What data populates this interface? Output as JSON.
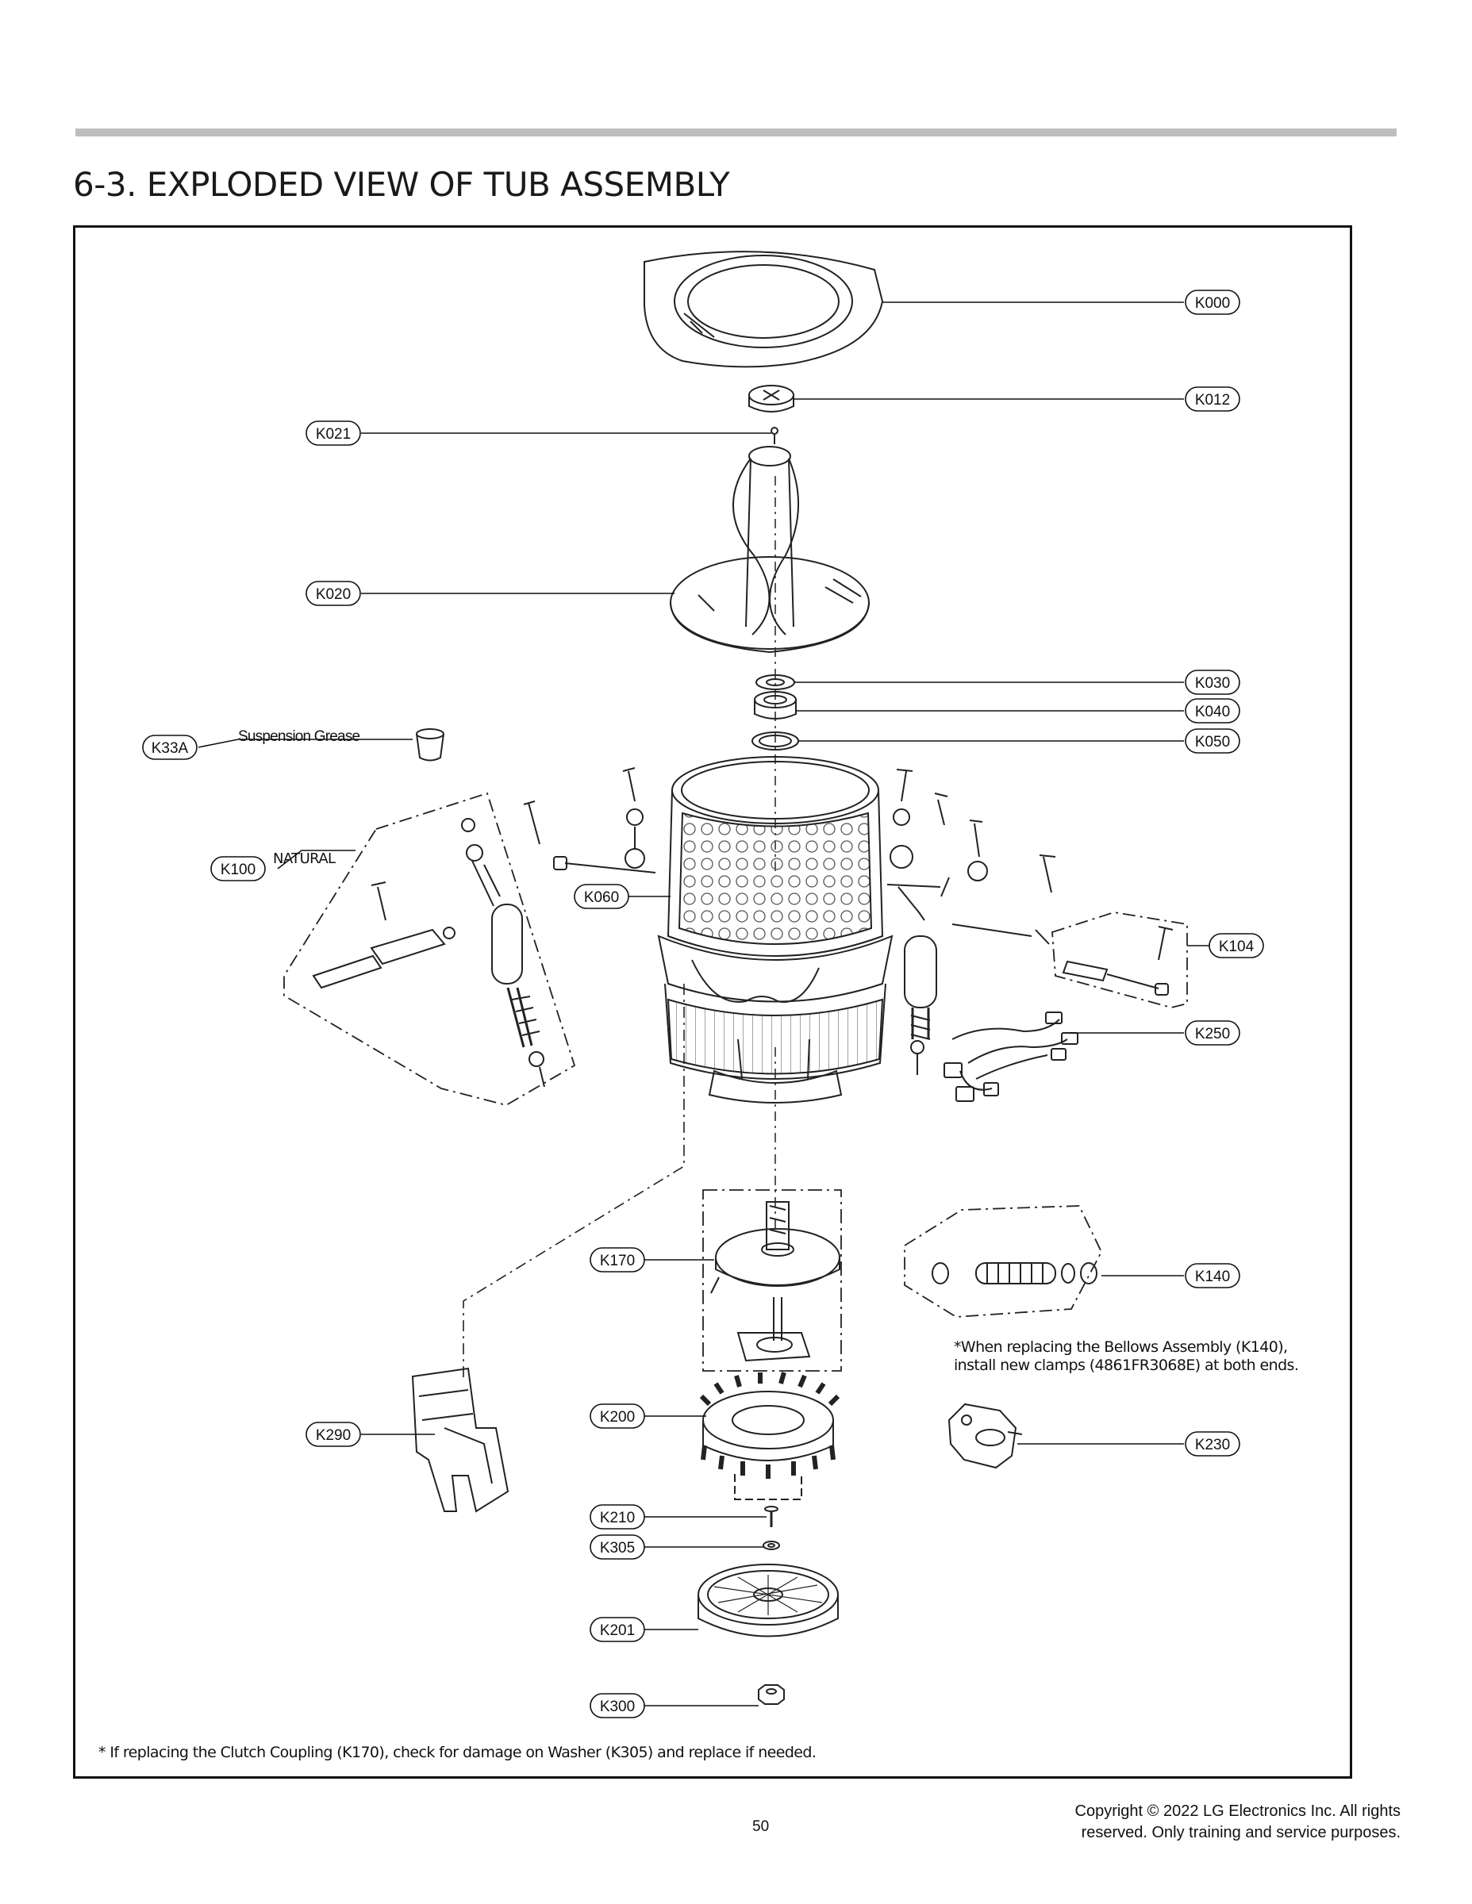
{
  "page": {
    "title": "6-3. EXPLODED VIEW OF TUB ASSEMBLY",
    "page_number": "50",
    "copyright_line1": "Copyright © 2022 LG Electronics Inc. All rights",
    "copyright_line2": "reserved. Only training and service purposes."
  },
  "callouts": [
    {
      "id": "k000",
      "label": "K000"
    },
    {
      "id": "k012",
      "label": "K012"
    },
    {
      "id": "k021",
      "label": "K021"
    },
    {
      "id": "k020",
      "label": "K020"
    },
    {
      "id": "k030",
      "label": "K030"
    },
    {
      "id": "k040",
      "label": "K040"
    },
    {
      "id": "k050",
      "label": "K050"
    },
    {
      "id": "k33a",
      "label": "K33A"
    },
    {
      "id": "k100",
      "label": "K100"
    },
    {
      "id": "k060",
      "label": "K060"
    },
    {
      "id": "k104",
      "label": "K104"
    },
    {
      "id": "k250",
      "label": "K250"
    },
    {
      "id": "k170",
      "label": "K170"
    },
    {
      "id": "k140",
      "label": "K140"
    },
    {
      "id": "k290",
      "label": "K290"
    },
    {
      "id": "k200",
      "label": "K200"
    },
    {
      "id": "k230",
      "label": "K230"
    },
    {
      "id": "k210",
      "label": "K210"
    },
    {
      "id": "k305",
      "label": "K305"
    },
    {
      "id": "k201",
      "label": "K201"
    },
    {
      "id": "k300",
      "label": "K300"
    }
  ],
  "labels": {
    "suspension_grease": "Suspension Grease",
    "natural": "NATURAL"
  },
  "notes": {
    "bellows_line1": "*When replacing the Bellows Assembly (K140),",
    "bellows_line2": "install new clamps (4861FR3068E) at both ends.",
    "footnote": "* If replacing the Clutch Coupling (K170), check for damage on Washer (K305) and replace if needed."
  }
}
